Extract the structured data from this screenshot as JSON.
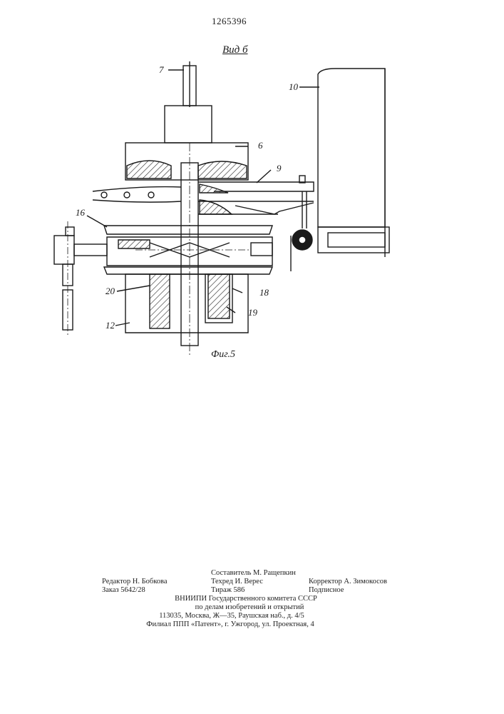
{
  "header": {
    "patent_number": "1265396"
  },
  "figure": {
    "view_label": "Вид б",
    "caption": "Фиг.5",
    "callouts": [
      "7",
      "6",
      "9",
      "10",
      "16",
      "20",
      "18",
      "19",
      "12"
    ]
  },
  "imprint": {
    "editor": "Редактор Н. Бобкова",
    "order": "Заказ 5642/28",
    "compiler": "Составитель М. Ращепкин",
    "techred": "Техред И. Верес",
    "circulation": "Тираж 586",
    "corrector": "Корректор А. Зимокосов",
    "subscription": "Подписное",
    "org_line1": "ВНИИПИ Государственного комитета СССР",
    "org_line2": "по делам изобретений и открытий",
    "org_address": "113035, Москва, Ж—35, Раушская наб., д. 4/5",
    "branch": "Филиал ППП «Патент», г. Ужгород, ул. Проектная, 4"
  }
}
